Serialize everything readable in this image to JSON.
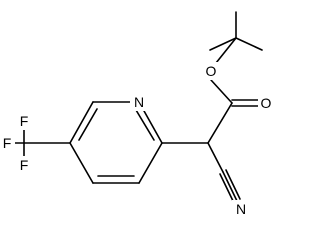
{
  "molecule": {
    "atoms": {
      "ester_oxygen": "O",
      "carbonyl_oxygen": "O",
      "ring_nitrogen": "N",
      "nitrile_nitrogen": "N",
      "fluorine_top": "F",
      "fluorine_left": "F",
      "fluorine_bottom": "F"
    }
  }
}
